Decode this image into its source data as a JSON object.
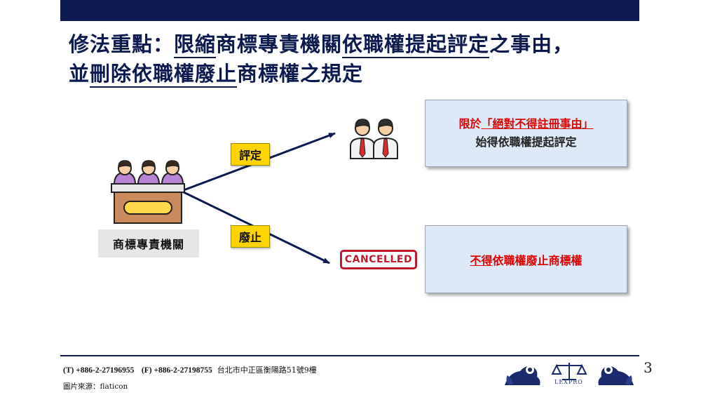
{
  "title": {
    "line1_prefix": "修法重點：",
    "line1_u1": "限縮",
    "line1_mid": "商標專責機關",
    "line1_u2": "依職權提起評定",
    "line1_suffix": "之事由，",
    "line2_prefix": "並",
    "line2_u1": "刪除依職權廢止",
    "line2_suffix": "商標權之規定"
  },
  "diagram": {
    "agency_label": "商標專責機關",
    "tag_review": "評定",
    "tag_revoke": "廢止",
    "cancel_stamp": "CANCELLED",
    "box_top_line1_pre": "限於",
    "box_top_line1_quote": "「絕對不得註冊事由」",
    "box_top_line2": "始得依職權提起評定",
    "box_bottom_u": "不得",
    "box_bottom_rest": "依職權廢止商標權"
  },
  "footer": {
    "tel": "(T) +886-2-27196955",
    "fax": "(F) +886-2-27198755",
    "address": "台北市中正區衡陽路51號9樓",
    "source": "圖片來源：flaticon",
    "page_number": "3",
    "logo_text": "LEXPRO"
  },
  "colors": {
    "navy": "#0d1a4f",
    "red": "#e00000",
    "yellow": "#ffd400",
    "box_bg": "#dde9f7"
  }
}
